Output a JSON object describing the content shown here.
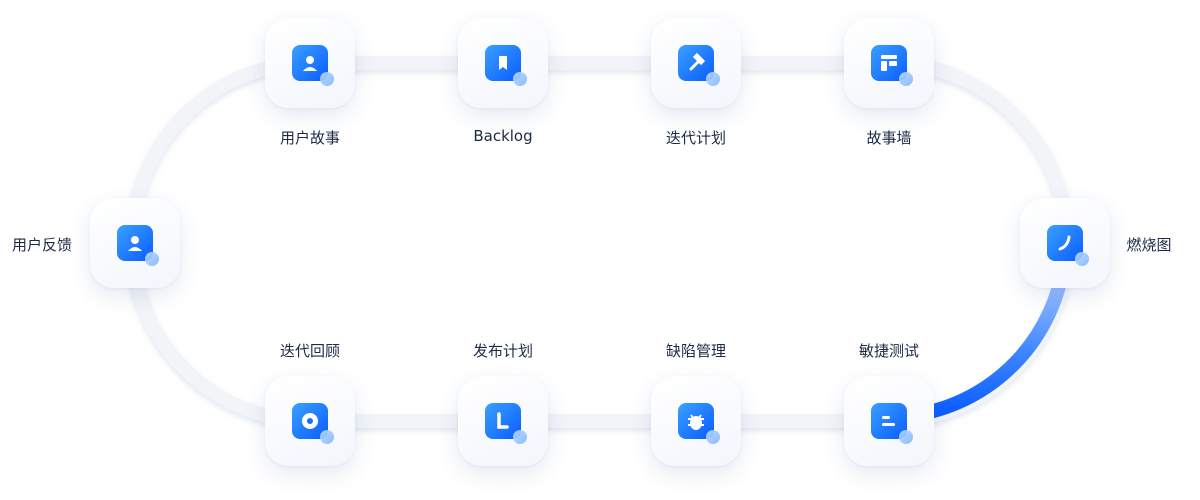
{
  "nodes": [
    {
      "id": "user-story",
      "label": "用户故事",
      "icon": "user-card-icon"
    },
    {
      "id": "backlog",
      "label": "Backlog",
      "icon": "bookmark-icon"
    },
    {
      "id": "iteration-plan",
      "label": "迭代计划",
      "icon": "hammer-icon"
    },
    {
      "id": "story-wall",
      "label": "故事墙",
      "icon": "board-icon"
    },
    {
      "id": "burndown",
      "label": "燃烧图",
      "icon": "flame-chart-icon"
    },
    {
      "id": "agile-test",
      "label": "敏捷测试",
      "icon": "test-search-icon"
    },
    {
      "id": "defect-mgmt",
      "label": "缺陷管理",
      "icon": "bug-icon"
    },
    {
      "id": "release-plan",
      "label": "发布计划",
      "icon": "clock-icon"
    },
    {
      "id": "iteration-review",
      "label": "迭代回顾",
      "icon": "review-icon"
    },
    {
      "id": "user-feedback",
      "label": "用户反馈",
      "icon": "user-feedback-icon"
    }
  ],
  "colors": {
    "accent": "#0a5cff",
    "accent_light": "#aecbff",
    "track": "#f0f2f7"
  }
}
